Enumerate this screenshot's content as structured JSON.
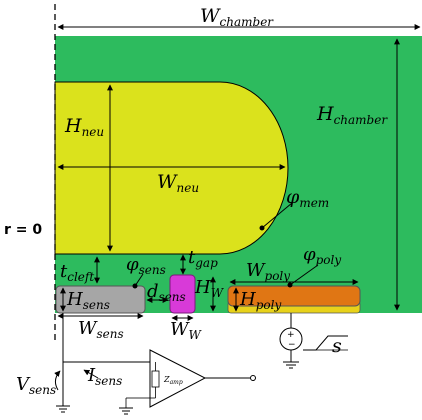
{
  "labels": {
    "w_chamber": {
      "main": "W",
      "sub": "chamber"
    },
    "h_chamber": {
      "main": "H",
      "sub": "chamber"
    },
    "h_neu": {
      "main": "H",
      "sub": "neu"
    },
    "w_neu": {
      "main": "W",
      "sub": "neu"
    },
    "phi_mem": {
      "main": "φ",
      "sub": "mem"
    },
    "r_zero": "r = 0",
    "t_cleft": {
      "main": "t",
      "sub": "cleft"
    },
    "phi_sens": {
      "main": "φ",
      "sub": "sens"
    },
    "t_gap": {
      "main": "t",
      "sub": "gap"
    },
    "phi_poly": {
      "main": "φ",
      "sub": "poly"
    },
    "w_poly": {
      "main": "W",
      "sub": "poly"
    },
    "h_sens": {
      "main": "H",
      "sub": "sens"
    },
    "d_sens": {
      "main": "d",
      "sub": "sens"
    },
    "h_w": {
      "main": "H",
      "sub": "W"
    },
    "h_poly": {
      "main": "H",
      "sub": "poly"
    },
    "w_sens": {
      "main": "W",
      "sub": "sens"
    },
    "w_w": {
      "main": "W",
      "sub": "W"
    },
    "source_sign": "s",
    "v_sens": {
      "main": "V",
      "sub": "sens"
    },
    "i_sens": {
      "main": "I",
      "sub": "sens"
    },
    "z_amp": {
      "main": "Z",
      "sub": "amp"
    }
  },
  "colors": {
    "chamber": "#2dbb5e",
    "neuron": "#dbe21c",
    "sensor": "#a6a6a6",
    "wire_electrode": "#d83ad8",
    "polymer": "#e07614",
    "polymer_base": "#e8d21a",
    "line": "#000000"
  }
}
